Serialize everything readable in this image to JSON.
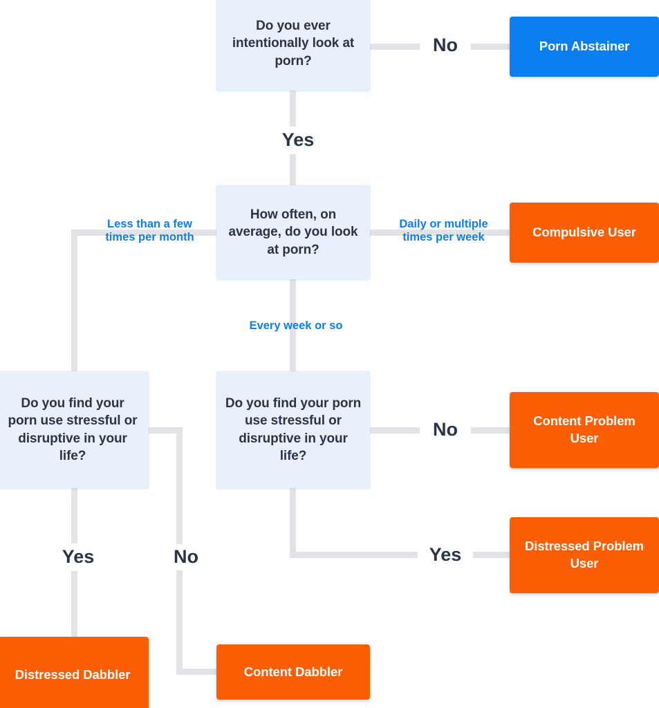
{
  "diagram": {
    "title": "Porn use typology decision flowchart",
    "colors": {
      "question_bg": "#e7f0fb",
      "question_text": "#2b3445",
      "terminal_blue": "#0b7ef0",
      "terminal_orange": "#fb5e04",
      "terminal_text": "#ffffff",
      "connector": "#e2e3e7",
      "edge_label_blue": "#0b7ef0",
      "edge_label_dark": "#2b3445",
      "page_bg": "#ffffff"
    },
    "nodes": {
      "q_intentional": "Do you ever intentionally look at porn?",
      "q_how_often": "How often, on average, do you look at porn?",
      "q_stressful_left": "Do you find your porn use stressful or disruptive in your life?",
      "q_stressful_center": "Do you find your porn use stressful or disruptive in your life?",
      "t_porn_abstainer": "Porn Abstainer",
      "t_compulsive_user": "Compulsive User",
      "t_content_problem_user": "Content Problem User",
      "t_distressed_problem_user": "Distressed Problem User",
      "t_distressed_dabbler": "Distressed Dabbler",
      "t_content_dabbler": "Content Dabbler"
    },
    "edge_labels": {
      "no_top": "No",
      "yes_top": "Yes",
      "less_than_few_per_month": "Less than a few\ntimes per month",
      "daily_or_multiple_per_week": "Daily or multiple\ntimes per week",
      "every_week_or_so": "Every week or so",
      "no_center_right": "No",
      "yes_center_bottom": "Yes",
      "yes_left": "Yes",
      "no_left": "No"
    }
  }
}
